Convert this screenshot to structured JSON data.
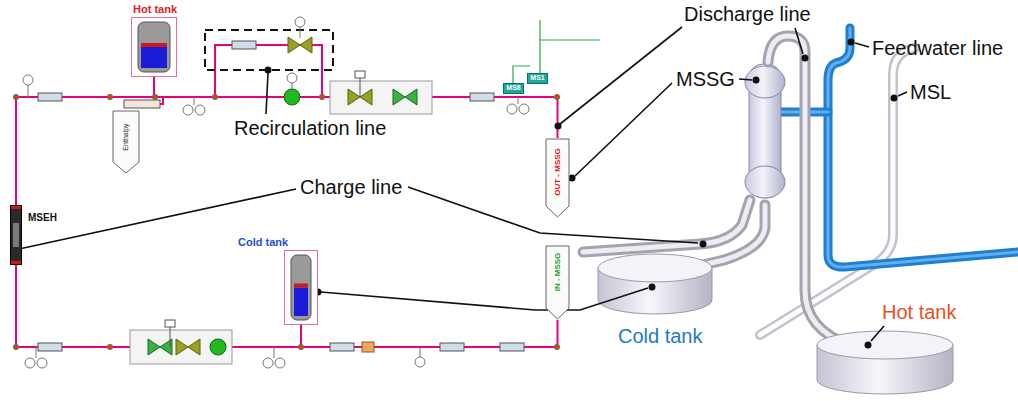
{
  "diagram": {
    "nodes": [
      {
        "text": [
          "Hot tank"
        ]
      },
      {
        "text": [
          "MS8"
        ]
      },
      {
        "text": [
          "MS1"
        ]
      },
      {
        "text": [
          "Enthalpy"
        ]
      },
      {
        "text": [
          "OUT - MSSG"
        ]
      },
      {
        "text": [
          "MSEH"
        ]
      },
      {
        "text": [
          "IN - MSSG"
        ]
      },
      {
        "text": [
          "Cold tank"
        ]
      }
    ],
    "edges": [
      {
        "from": 5,
        "to": 0,
        "arrow": "none"
      },
      {
        "from": 0,
        "to": 4,
        "arrow": "none"
      },
      {
        "from": 6,
        "to": 7,
        "arrow": "none"
      },
      {
        "from": 7,
        "to": 5,
        "arrow": "none"
      }
    ],
    "labels": [
      "Recirculation line",
      "Charge line",
      "Discharge line",
      "MSSG",
      "Feedwater line",
      "MSL",
      "Cold tank",
      "Hot tank"
    ]
  }
}
